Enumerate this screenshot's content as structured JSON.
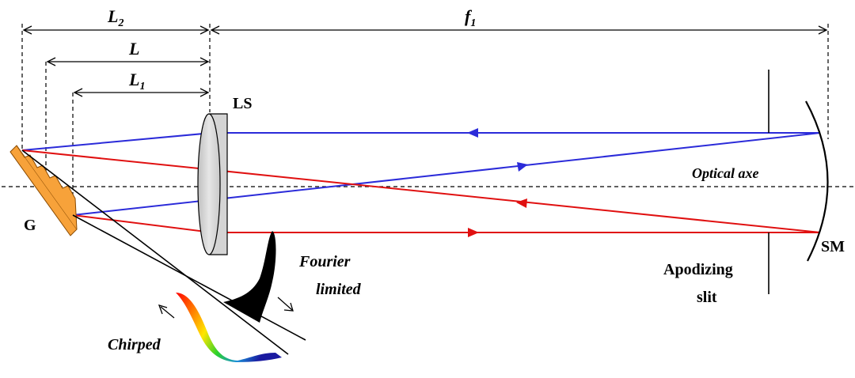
{
  "labels": {
    "L2_main": "L",
    "L2_sub": "2",
    "L": "L",
    "L1_main": "L",
    "L1_sub": "1",
    "f1_main": "f",
    "f1_sub": "1",
    "LS": "LS",
    "G": "G",
    "SM": "SM",
    "optical_axis": "Optical axe",
    "apodizing_line1": "Apodizing",
    "apodizing_line2": "slit",
    "fourier_line1": "Fourier",
    "fourier_line2": "limited",
    "chirped": "Chirped"
  },
  "colors": {
    "beam_blue": "#2b2bd9",
    "beam_red": "#e01010",
    "grating": "#f7a23a",
    "lens": "#d4d4d4"
  }
}
